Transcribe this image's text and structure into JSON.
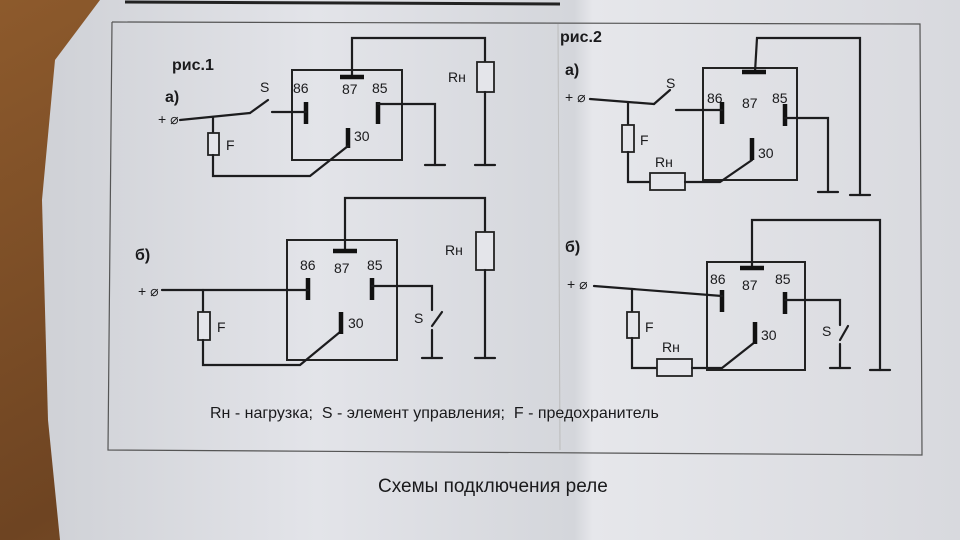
{
  "figures": {
    "fig1_title": "рис.1",
    "fig2_title": "рис.2",
    "variant_a": "а)",
    "variant_b": "б)"
  },
  "labels": {
    "input": "+ ⌀",
    "switch": "S",
    "fuse": "F",
    "load": "Rн",
    "pin86": "86",
    "pin87": "87",
    "pin85": "85",
    "pin30": "30"
  },
  "legend": "Rн - нагрузка;  S - элемент управления;  F - предохранитель",
  "caption": "Схемы подключения реле"
}
